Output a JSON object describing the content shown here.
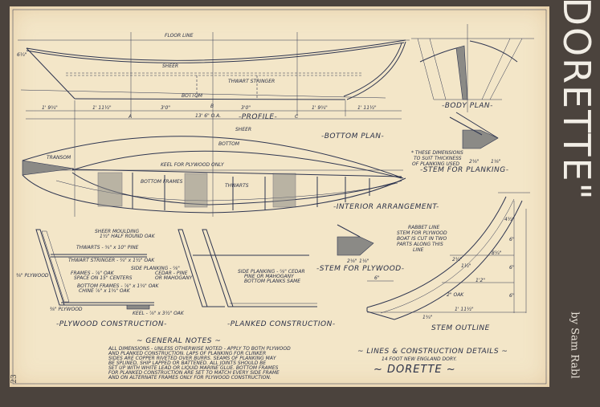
{
  "title": "\"DORETTE\"",
  "byline": "by Sam Rabl",
  "page_number": "23",
  "ink_color": "#2e3550",
  "paper_color": "#f3e6c8",
  "profile": {
    "title": "-PROFILE-",
    "labels": {
      "floor_line": "FLOOR LINE",
      "sheer": "SHEER",
      "thwart_stringer": "THWART STRINGER",
      "bottom": "BOTTOM",
      "height": "6¼\""
    },
    "dimensions": [
      "1' 9¾\"",
      "1' 11½\"",
      "3'0\"",
      "3'0\"",
      "1' 9¾\"",
      "1' 11½\""
    ],
    "stations": [
      "A",
      "B",
      "C"
    ],
    "overall": "13' 6\" O.A."
  },
  "bottom_plan": {
    "title": "-BOTTOM PLAN-",
    "labels": {
      "sheer": "SHEER",
      "bottom": "BOTTOM",
      "transom": "TRANSOM",
      "keel": "KEEL FOR PLYWOOD ONLY",
      "bottom_frames": "BOTTOM FRAMES",
      "thwarts": "THWARTS"
    }
  },
  "interior_arrangement": {
    "title": "-INTERIOR ARRANGEMENT-"
  },
  "body_plan": {
    "title": "-BODY PLAN-"
  },
  "stem_planking": {
    "title": "-STEM FOR PLANKING-",
    "note": [
      "* THESE DIMENSIONS",
      "TO SUIT THICKNESS",
      "OF PLANKING USED"
    ],
    "dims": [
      "2⅛\"",
      "1⅛\""
    ]
  },
  "stem_plywood": {
    "title": "-STEM FOR PLYWOOD-",
    "note": [
      "RABBET LINE",
      "STEM FOR PLYWOOD",
      "BOAT IS CUT IN TWO",
      "PARTS ALONG THIS",
      "LINE"
    ],
    "dims": [
      "2⅛\"",
      "1⅛\""
    ]
  },
  "stem_outline": {
    "title": "STEM OUTLINE",
    "dims": [
      "4½\"",
      "6\"",
      "8¼\"",
      "6\"",
      "2¼\"",
      "1½\"",
      "1'2\"",
      "6\"",
      "2\" OAK",
      "6\"",
      "1' 11½\"",
      "1¾\""
    ]
  },
  "plywood_construction": {
    "title": "-PLYWOOD CONSTRUCTION-",
    "labels": [
      "SHEER MOULDING",
      "1½\" HALF ROUND OAK",
      "THWARTS - ¾\" x 10\" PINE",
      "THWART STRINGER - ¾\" x 1½\" OAK",
      "⅜\" PLYWOOD",
      "FRAMES - ⅞\" OAK",
      "SPACE ON 15\" CENTERS",
      "BOTTOM FRAMES - ⅞\" x 1¾\" OAK",
      "CHINE ⅞\" x 1¾\" OAK",
      "⅜\" PLYWOOD",
      "KEEL - ⅞\" x 3½\" OAK"
    ]
  },
  "planked_construction": {
    "title": "-PLANKED CONSTRUCTION-",
    "labels": [
      "SIDE PLANKING - ⅝\"",
      "CEDAR - PINE",
      "OR MAHOGANY",
      "SIDE PLANKING - ⅝\" CEDAR",
      "PINE OR MAHOGANY",
      "BOTTOM PLANKS SAME"
    ]
  },
  "general_notes": {
    "title": "~ GENERAL NOTES ~",
    "lines": [
      "ALL DIMENSIONS - UNLESS OTHERWISE NOTED - APPLY TO BOTH PLYWOOD",
      "AND PLANKED CONSTRUCTION. LAPS OF PLANKING FOR CLINKER",
      "SIDES ARE COPPER RIVETED OVER BURRS. SEAMS OF PLANKING MAY",
      "BE SPLINED, SHIP LAPPED OR BATTENED. ALL JOINTS SHOULD BE",
      "SET UP WITH WHITE LEAD OR LIQUID MARINE GLUE. BOTTOM FRAMES",
      "FOR PLANKED CONSTRUCTION ARE SET TO MATCH EVERY SIDE FRAME",
      "AND ON ALTERNATE FRAMES ONLY FOR PLYWOOD CONSTRUCTION."
    ]
  },
  "title_block": {
    "line1": "~ LINES & CONSTRUCTION DETAILS ~",
    "line2": "14 FOOT NEW ENGLAND DORY.",
    "line3": "~ DORETTE ~"
  }
}
